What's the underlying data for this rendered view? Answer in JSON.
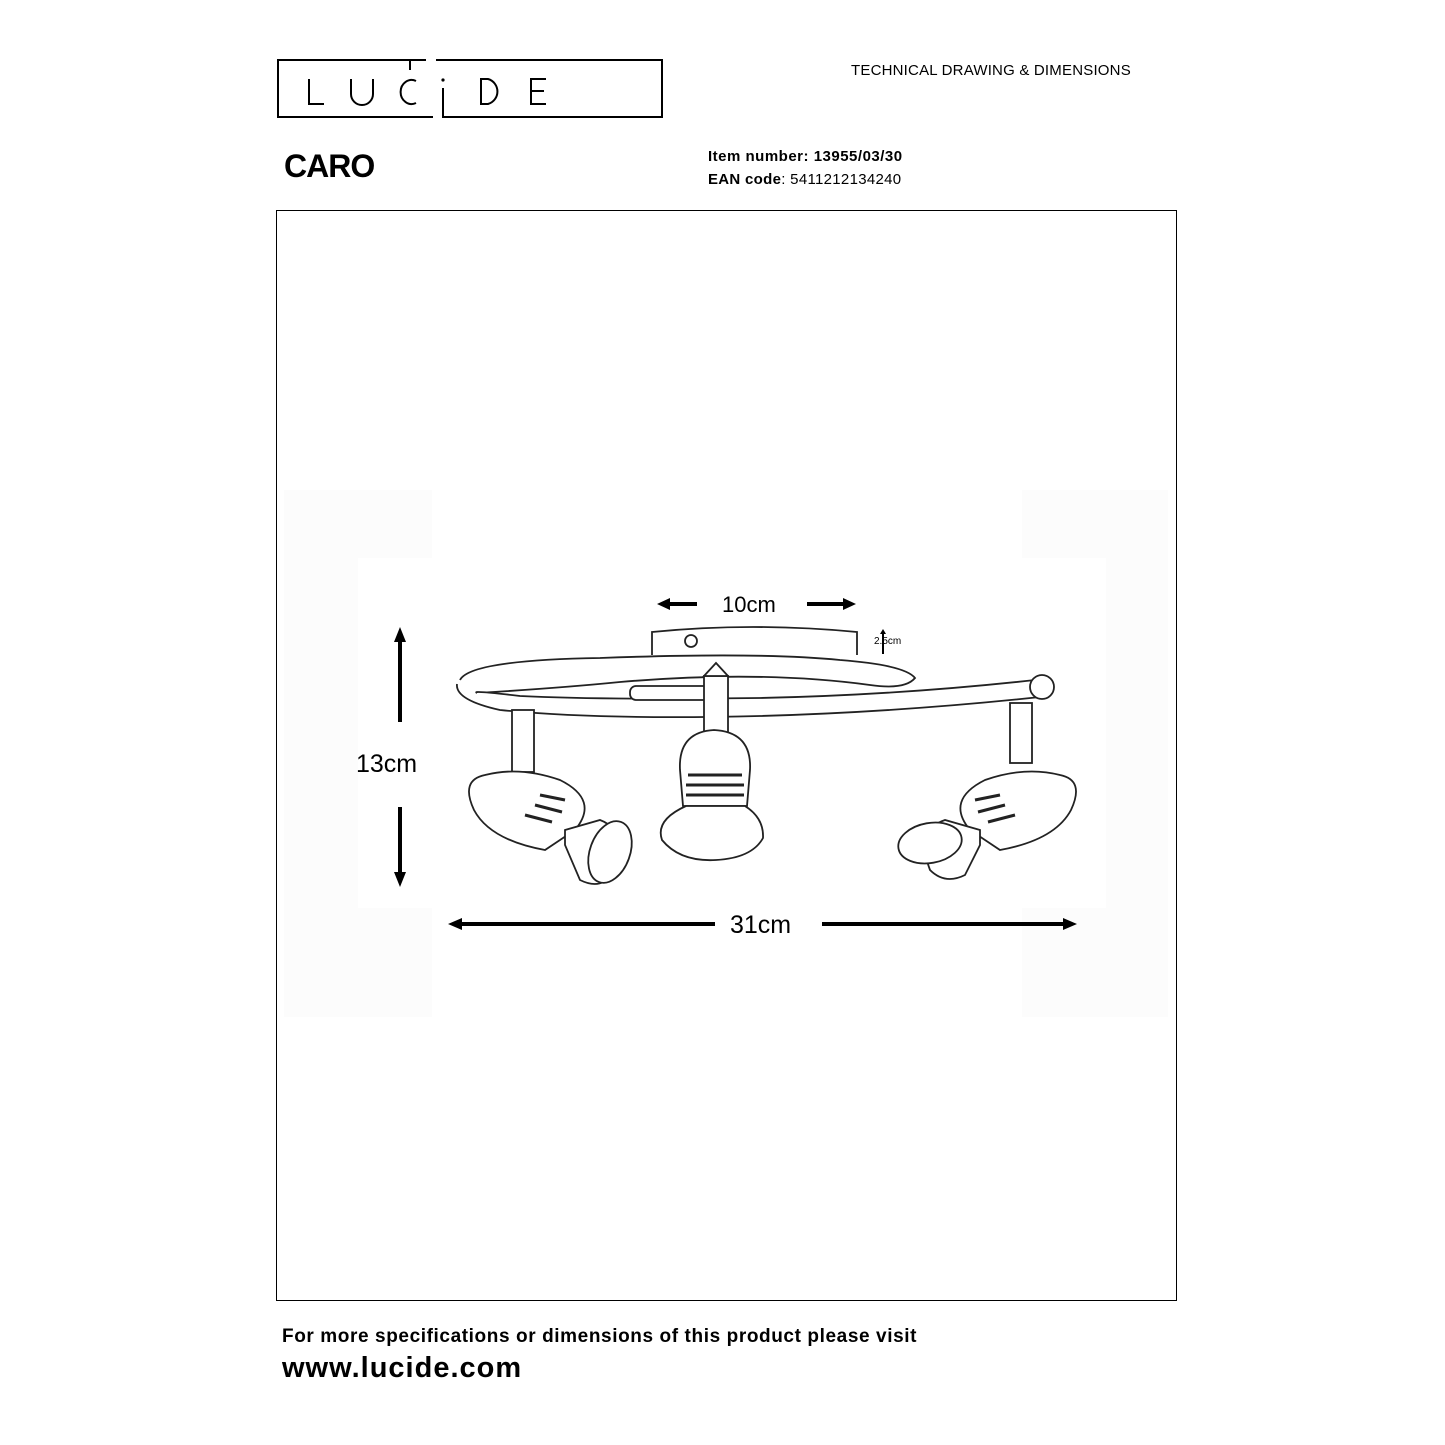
{
  "header": {
    "logo_text": "LUCIDE",
    "doc_type": "TECHNICAL DRAWING & DIMENSIONS"
  },
  "product": {
    "name": "CARO",
    "item_number_label": "Item number:",
    "item_number": "13955/03/30",
    "ean_label": "EAN code",
    "ean": ": 5411212134240"
  },
  "dimensions": {
    "base_width": "10cm",
    "base_height": "2.5cm",
    "height": "13cm",
    "width": "31cm"
  },
  "footer": {
    "text": "For more specifications or dimensions of this product please visit",
    "url": "www.lucide.com"
  }
}
